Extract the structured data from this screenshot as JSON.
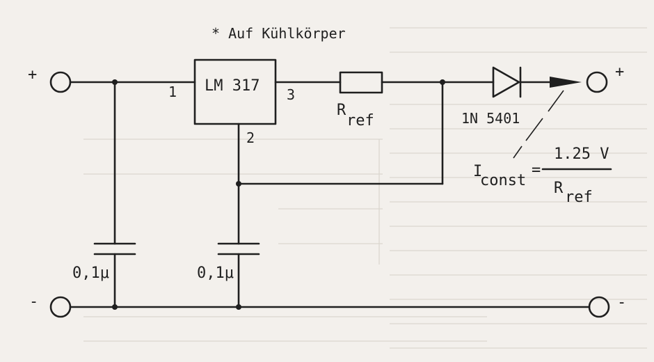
{
  "diagram": {
    "heatsink_note": "* Auf Kühlkörper",
    "ic_label": "LM 317",
    "pin_in": "1",
    "pin_adj": "2",
    "pin_out": "3",
    "rref_main": "R",
    "rref_sub": "ref",
    "diode_label": "1N 5401",
    "cap_left": "0,1μ",
    "cap_mid": "0,1μ",
    "term_plus_left": "+",
    "term_minus_left": "-",
    "term_plus_right": "+",
    "term_minus_right": "-",
    "formula_lhs_main": "I",
    "formula_lhs_sub": "const",
    "formula_eq": "=",
    "formula_num": "1.25 V",
    "formula_den_main": "R",
    "formula_den_sub": "ref"
  }
}
